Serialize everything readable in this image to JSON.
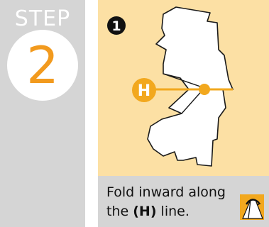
{
  "step": {
    "label": "STEP",
    "number": "2"
  },
  "substep": {
    "number": "1"
  },
  "marker": {
    "label": "H"
  },
  "caption": {
    "before": "Fold inward along the ",
    "bold": "(H)",
    "after": " line."
  },
  "icons": {
    "fold": "valley-fold-icon"
  },
  "colors": {
    "panel_bg": "#d5d5d5",
    "figure_bg": "#fce0a4",
    "accent": "#f2a81e",
    "step_number": "#f29a1e"
  }
}
